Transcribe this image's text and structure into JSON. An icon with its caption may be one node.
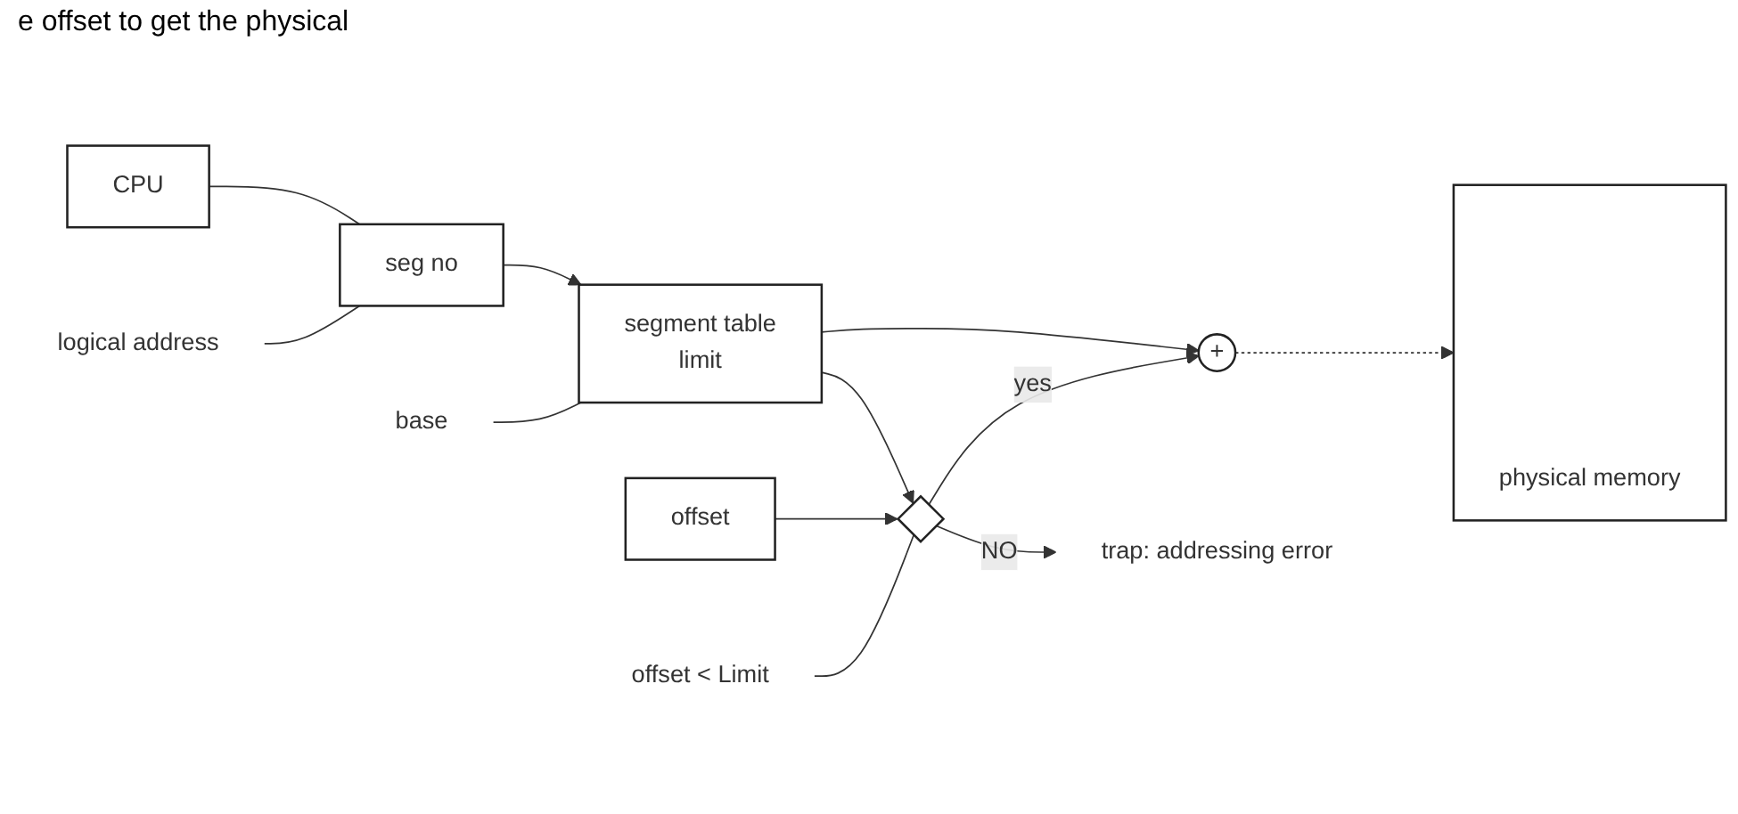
{
  "diagram": {
    "title": "e offset to get the physical",
    "nodes": [
      {
        "text": [
          "CPU"
        ]
      },
      {
        "text": [
          "seg no"
        ]
      },
      {
        "text": [
          "offset"
        ]
      },
      {
        "text": [
          "segment table",
          "limit"
        ]
      },
      {
        "text": [],
        "shape": "diamond"
      },
      {
        "text": [
          "+"
        ]
      },
      {
        "text": [
          "physical memory"
        ]
      },
      {
        "text": [
          "trap: addressing error"
        ]
      },
      {
        "text": [
          "logical address"
        ]
      },
      {
        "text": [
          "base"
        ]
      },
      {
        "text": [
          "offset < Limit"
        ]
      }
    ],
    "edges": [
      {
        "from": 0,
        "to": 1,
        "arrow": "none"
      },
      {
        "from": 1,
        "to": 3,
        "arrow": "to"
      },
      {
        "from": 3,
        "to": 4,
        "arrow": "to"
      },
      {
        "from": 2,
        "to": 4,
        "arrow": "to"
      },
      {
        "from": 3,
        "to": 5,
        "arrow": "to"
      },
      {
        "from": 4,
        "to": 5,
        "label": "yes",
        "arrow": "to"
      },
      {
        "from": 4,
        "to": 7,
        "label": "NO",
        "arrow": "to"
      },
      {
        "from": 5,
        "to": 6,
        "arrow": "to",
        "style": "dashed"
      },
      {
        "from": 8,
        "to": 1,
        "arrow": "none"
      },
      {
        "from": 9,
        "to": 3,
        "arrow": "none"
      },
      {
        "from": 10,
        "to": 4,
        "arrow": "none"
      }
    ]
  }
}
